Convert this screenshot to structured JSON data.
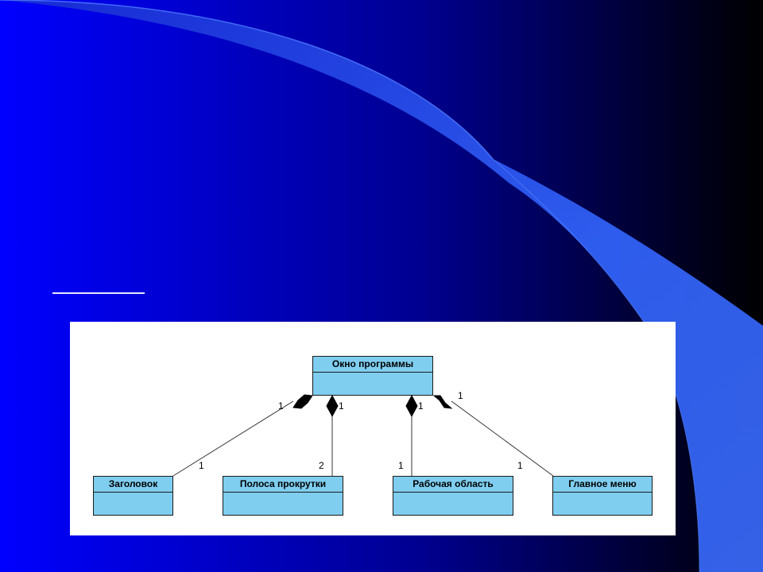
{
  "slide": {
    "background_colors": [
      "#0000ff",
      "#000090",
      "#000000"
    ],
    "swoosh_color": "#3366ff"
  },
  "diagram": {
    "classes": {
      "window": "Окно программы",
      "title": "Заголовок",
      "scrollbar": "Полоса прокрутки",
      "workspace": "Рабочая область",
      "mainmenu": "Главное меню"
    },
    "multiplicities": {
      "title_whole": "1",
      "title_part": "1",
      "scrollbar_whole": "1",
      "scrollbar_part": "2",
      "workspace_whole": "1",
      "workspace_part": "1",
      "mainmenu_whole": "1",
      "mainmenu_part": "1"
    },
    "relationship": "composition",
    "class_fill": "#7fcef0"
  }
}
